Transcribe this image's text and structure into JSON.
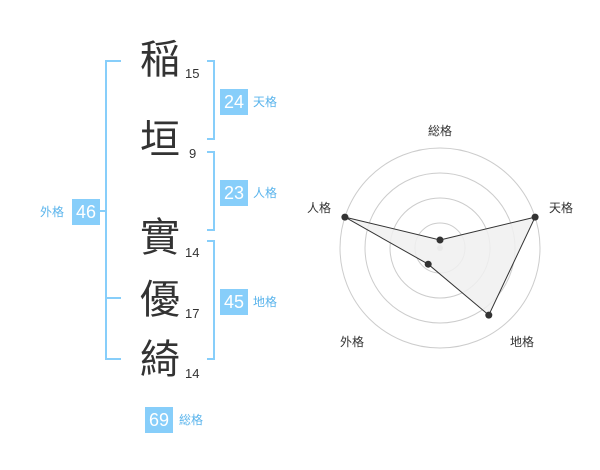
{
  "name": {
    "characters": [
      {
        "char": "稲",
        "strokes": "15"
      },
      {
        "char": "垣",
        "strokes": "9"
      },
      {
        "char": "實",
        "strokes": "14"
      },
      {
        "char": "優",
        "strokes": "17"
      },
      {
        "char": "綺",
        "strokes": "14"
      }
    ]
  },
  "fortune": {
    "tenkaku": {
      "label": "天格",
      "value": "24"
    },
    "jinkaku": {
      "label": "人格",
      "value": "23"
    },
    "chikaku": {
      "label": "地格",
      "value": "45"
    },
    "gaikaku": {
      "label": "外格",
      "value": "46"
    },
    "soukaku": {
      "label": "総格",
      "value": "69"
    }
  },
  "chart_data": {
    "type": "radar",
    "axes": [
      "総格",
      "天格",
      "地格",
      "外格",
      "人格"
    ],
    "rings": 4,
    "values": [
      0.08,
      1.0,
      0.83,
      0.2,
      1.0
    ],
    "colors": {
      "fill": "#f0f0f0",
      "line": "#333333",
      "grid": "#cccccc",
      "point": "#333333",
      "center": "#c8c8c8"
    }
  },
  "colors": {
    "accent": "#87cefa",
    "label": "#5ab4ec",
    "bracket": "#87cefa"
  }
}
